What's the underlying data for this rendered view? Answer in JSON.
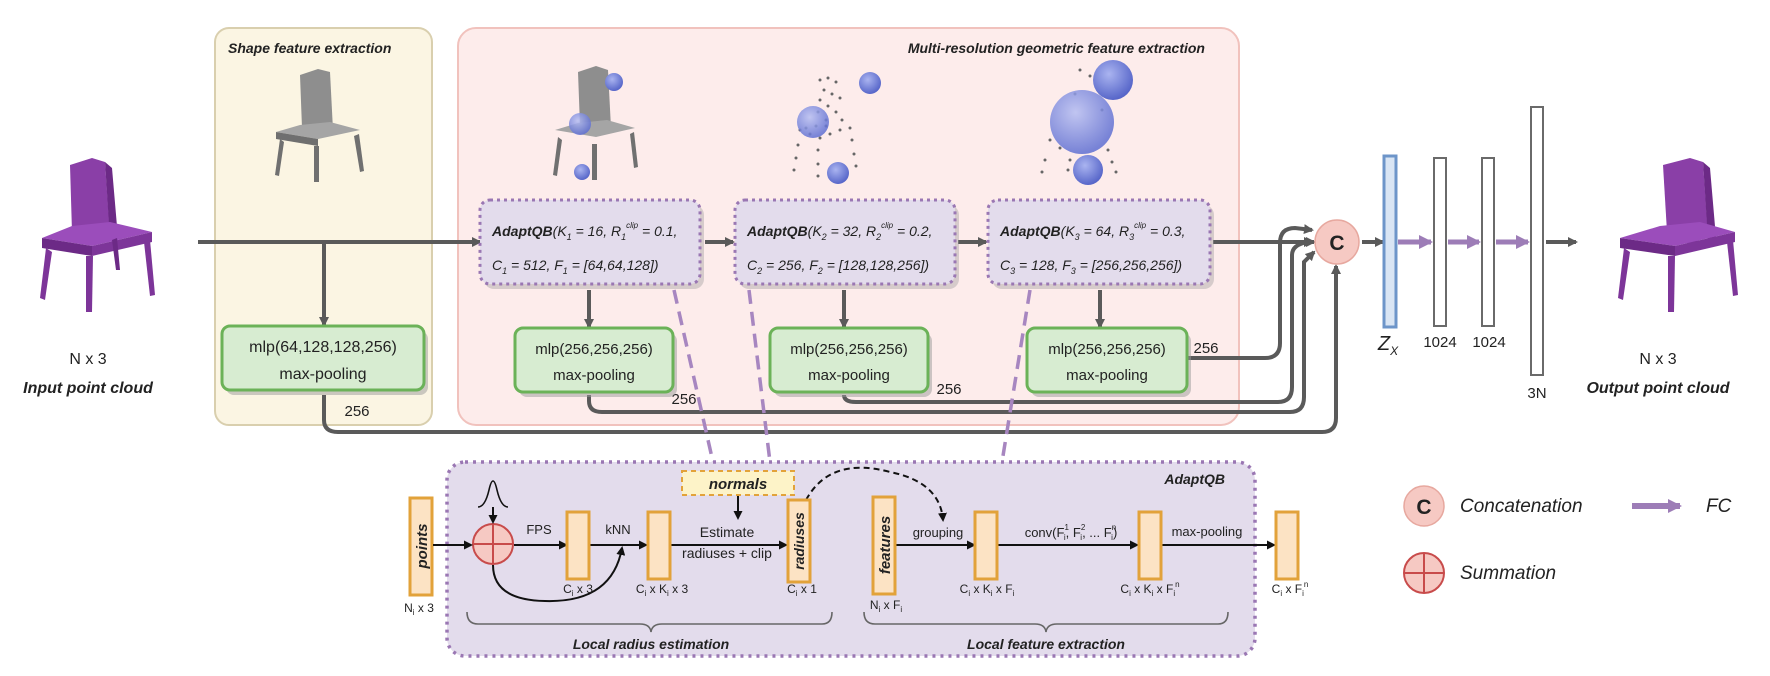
{
  "input": {
    "dims": "N x 3",
    "label": "Input point cloud"
  },
  "output": {
    "dims": "N x 3",
    "label": "Output point cloud"
  },
  "shape_block": {
    "title": "Shape feature extraction",
    "mlp": "mlp(64,128,128,256)",
    "pool": "max-pooling",
    "out_dim": "256"
  },
  "multi_block": {
    "title": "Multi-resolution geometric feature extraction",
    "stages": [
      {
        "name": "AdaptQB",
        "line1_a": "(K",
        "line1_b": "1",
        "line1_c": " = 16, R",
        "line1_d": "1",
        "line1_sup": "clip",
        "line1_e": " = 0.1,",
        "line2_a": "C",
        "line2_b": "1",
        "line2_c": " = 512, F",
        "line2_d": "1",
        "line2_e": " = [64,64,128])",
        "mlp": "mlp(256,256,256)",
        "pool": "max-pooling",
        "out_dim": "256"
      },
      {
        "name": "AdaptQB",
        "line1_a": "(K",
        "line1_b": "2",
        "line1_c": " = 32, R",
        "line1_d": "2",
        "line1_sup": "clip",
        "line1_e": " = 0.2,",
        "line2_a": "C",
        "line2_b": "2",
        "line2_c": " = 256, F",
        "line2_d": "2",
        "line2_e": " = [128,128,256])",
        "mlp": "mlp(256,256,256)",
        "pool": "max-pooling",
        "out_dim": "256"
      },
      {
        "name": "AdaptQB",
        "line1_a": "(K",
        "line1_b": "3",
        "line1_c": " = 64, R",
        "line1_d": "3",
        "line1_sup": "clip",
        "line1_e": " = 0.3,",
        "line2_a": "C",
        "line2_b": "3",
        "line2_c": " = 128, F",
        "line2_d": "3",
        "line2_e": " = [256,256,256])",
        "mlp": "mlp(256,256,256)",
        "pool": "max-pooling",
        "out_dim": "256"
      }
    ]
  },
  "decoder": {
    "concat_symbol": "C",
    "zx_main": "Z",
    "zx_sub": "X",
    "layers": [
      "1024",
      "1024",
      "3N"
    ]
  },
  "adaptqb_detail": {
    "title": "AdaptQB",
    "normals": "normals",
    "points": "points",
    "points_dim_main": "N",
    "points_dim_sub": "i",
    "points_dim_tail": " x 3",
    "fps": "FPS",
    "knn": "kNN",
    "box1_dim_main": "C",
    "box1_dim_sub": "i",
    "box1_dim_tail": " x 3",
    "box2_dim_main": "C",
    "box2_dim_sub": "i",
    "box2_dim_mid": " x K",
    "box2_dim_sub2": "i",
    "box2_dim_tail": " x 3",
    "estimate_1": "Estimate",
    "estimate_2": "radiuses + clip",
    "radiuses": "radiuses",
    "rad_dim_main": "C",
    "rad_dim_sub": "i",
    "rad_dim_tail": " x 1",
    "features": "features",
    "feat_dim_main": "N",
    "feat_dim_sub": "i",
    "feat_dim_mid": " x F",
    "feat_dim_sub2": "i",
    "grouping": "grouping",
    "grp_dim_main": "C",
    "grp_dim_sub": "i",
    "grp_dim_mid": " x K",
    "grp_dim_sub2": "i",
    "grp_dim_mid2": " x F",
    "grp_dim_sub3": "i",
    "conv_a": "conv(F",
    "conv_sub1": "i",
    "conv_sup1": "1",
    "conv_b": ", F",
    "conv_sub2": "i",
    "conv_sup2": "2",
    "conv_c": ", ... F",
    "conv_sub3": "i",
    "conv_sup3": "n",
    "conv_d": ")",
    "conv_dim_main": "C",
    "conv_dim_sub": "i",
    "conv_dim_mid": " x K",
    "conv_dim_sub2": "i",
    "conv_dim_mid2": " x F",
    "conv_dim_sub3": "i",
    "conv_dim_sup3": "n",
    "maxpool": "max-pooling",
    "out_dim_main": "C",
    "out_dim_sub": "i",
    "out_dim_mid": " x F",
    "out_dim_sub2": "i",
    "out_dim_sup2": "n",
    "brace_left": "Local radius estimation",
    "brace_right": "Local feature extraction"
  },
  "legend": {
    "concat_symbol": "C",
    "concat_label": "Concatenation",
    "fc_label": "FC",
    "sum_label": "Summation"
  },
  "colors": {
    "shape_bg": "#fbf5e3",
    "shape_border": "#d9cfae",
    "multi_bg": "#fdeceb",
    "multi_border": "#f1c2bd",
    "adapt_bg": "#e3dcec",
    "adapt_border": "#9a77b3",
    "mlp_bg": "#d7ecd1",
    "mlp_border": "#6bb258",
    "orange_box": "#fce3c4",
    "orange_border": "#e2a23a",
    "concat": "#f6c9c3",
    "fc_arrow": "#9d7db7",
    "zx": "#6d95c9",
    "chair_purple": "#8a3fa7",
    "sphere": "#6f7fd8"
  }
}
